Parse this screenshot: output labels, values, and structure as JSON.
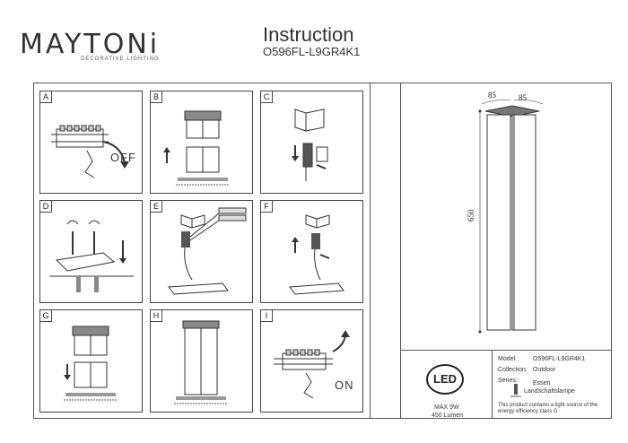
{
  "header": {
    "brand": "MAYTONi",
    "brand_sub": "DECORATIVE LIGHTING",
    "title": "Instruction",
    "model_code": "O596FL-L9GR4K1"
  },
  "steps": [
    {
      "label": "A",
      "text": "OFF"
    },
    {
      "label": "B"
    },
    {
      "label": "C"
    },
    {
      "label": "D"
    },
    {
      "label": "E"
    },
    {
      "label": "F"
    },
    {
      "label": "G"
    },
    {
      "label": "H"
    },
    {
      "label": "I",
      "text": "ON"
    }
  ],
  "dimensions": {
    "width_a": "85",
    "width_b": "85",
    "height": "650"
  },
  "led": {
    "badge": "LED",
    "power": "MAX 9W",
    "lumen": "450 Lumen"
  },
  "specs": {
    "model_label": "Model:",
    "model_value": "O596FL-L9GR4K1",
    "collection_label": "Collection:",
    "collection_value": "Outdoor",
    "series_label": "Series:",
    "series_value": "Essen",
    "type_value": "Landschaftslampe",
    "note": "This product contains a light source of the energy efficiency class G"
  }
}
